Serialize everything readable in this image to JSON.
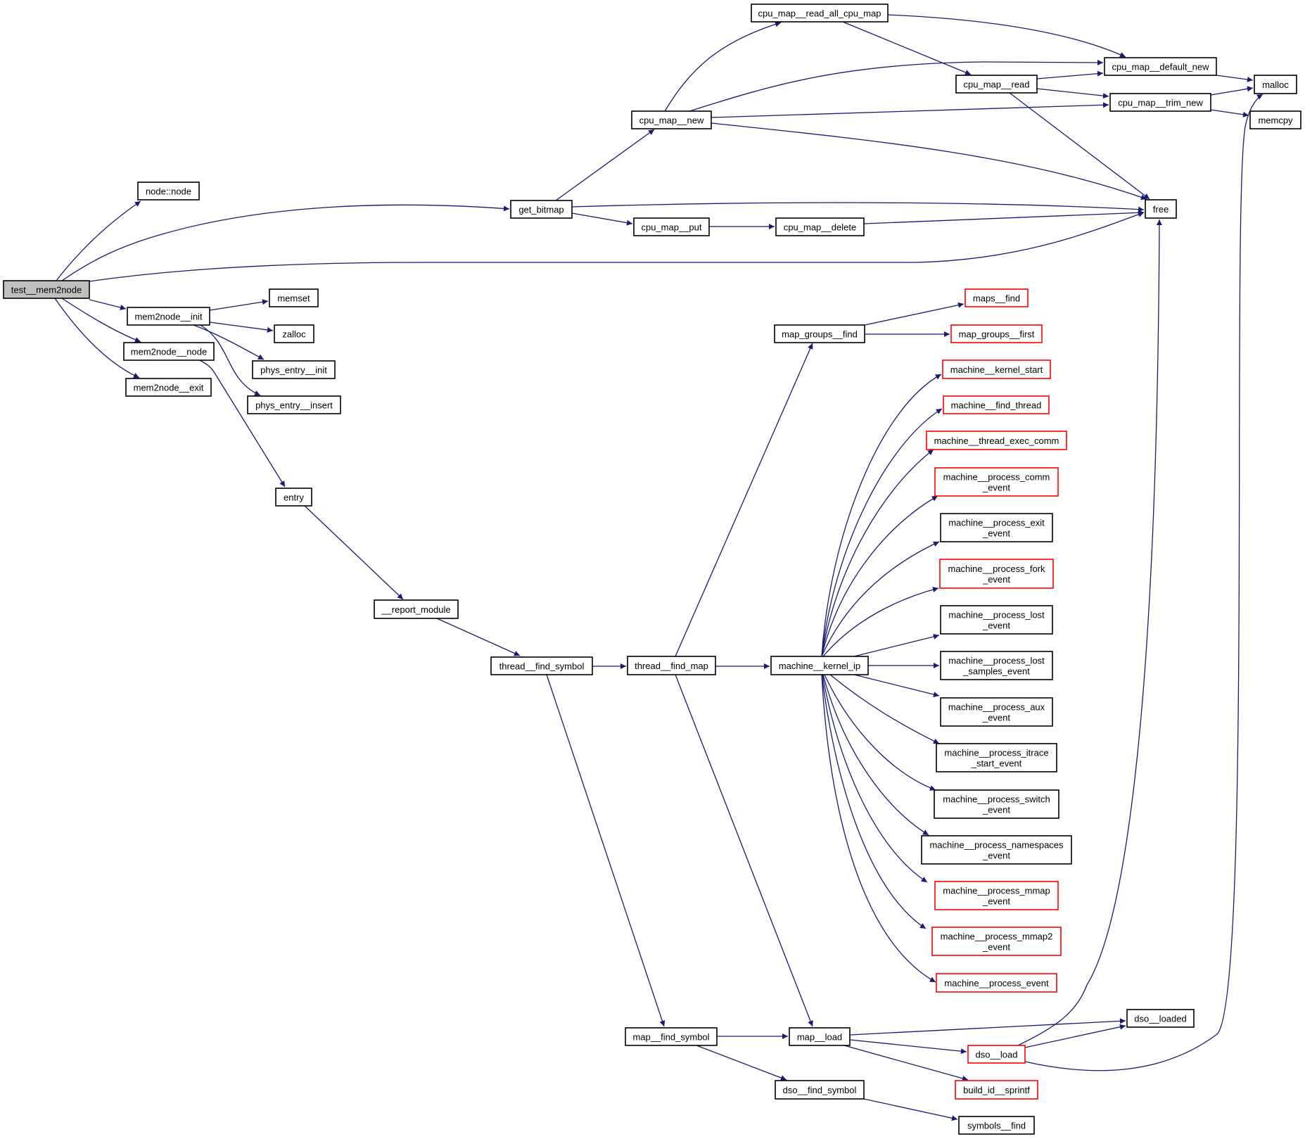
{
  "diagram": {
    "type": "call-graph",
    "root": "test__mem2node",
    "colors": {
      "edge": "#191970",
      "root_fill": "#bfbfbf",
      "node_fill": "#ffffff",
      "node_border": "#000000",
      "truncated_border": "#ff0000"
    },
    "nodes": [
      {
        "id": "test__mem2node",
        "lines": [
          "test__mem2node"
        ],
        "kind": "root"
      },
      {
        "id": "node_node",
        "lines": [
          "node::node"
        ],
        "kind": "normal"
      },
      {
        "id": "get_bitmap",
        "lines": [
          "get_bitmap"
        ],
        "kind": "normal"
      },
      {
        "id": "mem2node__init",
        "lines": [
          "mem2node__init"
        ],
        "kind": "normal"
      },
      {
        "id": "mem2node__node",
        "lines": [
          "mem2node__node"
        ],
        "kind": "normal"
      },
      {
        "id": "mem2node__exit",
        "lines": [
          "mem2node__exit"
        ],
        "kind": "normal"
      },
      {
        "id": "memset",
        "lines": [
          "memset"
        ],
        "kind": "normal"
      },
      {
        "id": "zalloc",
        "lines": [
          "zalloc"
        ],
        "kind": "normal"
      },
      {
        "id": "phys_entry__init",
        "lines": [
          "phys_entry__init"
        ],
        "kind": "normal"
      },
      {
        "id": "phys_entry__insert",
        "lines": [
          "phys_entry__insert"
        ],
        "kind": "normal"
      },
      {
        "id": "entry",
        "lines": [
          "entry"
        ],
        "kind": "normal"
      },
      {
        "id": "__report_module",
        "lines": [
          "__report_module"
        ],
        "kind": "normal"
      },
      {
        "id": "thread__find_symbol",
        "lines": [
          "thread__find_symbol"
        ],
        "kind": "normal"
      },
      {
        "id": "thread__find_map",
        "lines": [
          "thread__find_map"
        ],
        "kind": "normal"
      },
      {
        "id": "cpu_map__new",
        "lines": [
          "cpu_map__new"
        ],
        "kind": "normal"
      },
      {
        "id": "cpu_map__put",
        "lines": [
          "cpu_map__put"
        ],
        "kind": "normal"
      },
      {
        "id": "cpu_map__delete",
        "lines": [
          "cpu_map__delete"
        ],
        "kind": "normal"
      },
      {
        "id": "cpu_map__read_all_cpu_map",
        "lines": [
          "cpu_map__read_all_cpu_map"
        ],
        "kind": "normal"
      },
      {
        "id": "cpu_map__read",
        "lines": [
          "cpu_map__read"
        ],
        "kind": "normal"
      },
      {
        "id": "cpu_map__default_new",
        "lines": [
          "cpu_map__default_new"
        ],
        "kind": "normal"
      },
      {
        "id": "cpu_map__trim_new",
        "lines": [
          "cpu_map__trim_new"
        ],
        "kind": "normal"
      },
      {
        "id": "malloc",
        "lines": [
          "malloc"
        ],
        "kind": "normal"
      },
      {
        "id": "memcpy",
        "lines": [
          "memcpy"
        ],
        "kind": "normal"
      },
      {
        "id": "free",
        "lines": [
          "free"
        ],
        "kind": "normal"
      },
      {
        "id": "map_groups__find",
        "lines": [
          "map_groups__find"
        ],
        "kind": "normal"
      },
      {
        "id": "maps__find",
        "lines": [
          "maps__find"
        ],
        "kind": "truncated"
      },
      {
        "id": "map_groups__first",
        "lines": [
          "map_groups__first"
        ],
        "kind": "truncated"
      },
      {
        "id": "machine__kernel_ip",
        "lines": [
          "machine__kernel_ip"
        ],
        "kind": "normal"
      },
      {
        "id": "machine__kernel_start",
        "lines": [
          "machine__kernel_start"
        ],
        "kind": "truncated"
      },
      {
        "id": "machine__find_thread",
        "lines": [
          "machine__find_thread"
        ],
        "kind": "truncated"
      },
      {
        "id": "machine__thread_exec_comm",
        "lines": [
          "machine__thread_exec_comm"
        ],
        "kind": "truncated"
      },
      {
        "id": "machine__process_comm_event",
        "lines": [
          "machine__process_comm",
          "_event"
        ],
        "kind": "truncated"
      },
      {
        "id": "machine__process_exit_event",
        "lines": [
          "machine__process_exit",
          "_event"
        ],
        "kind": "normal"
      },
      {
        "id": "machine__process_fork_event",
        "lines": [
          "machine__process_fork",
          "_event"
        ],
        "kind": "truncated"
      },
      {
        "id": "machine__process_lost_event",
        "lines": [
          "machine__process_lost",
          "_event"
        ],
        "kind": "normal"
      },
      {
        "id": "machine__process_lost_samples_event",
        "lines": [
          "machine__process_lost",
          "_samples_event"
        ],
        "kind": "normal"
      },
      {
        "id": "machine__process_aux_event",
        "lines": [
          "machine__process_aux",
          "_event"
        ],
        "kind": "normal"
      },
      {
        "id": "machine__process_itrace_start_event",
        "lines": [
          "machine__process_itrace",
          "_start_event"
        ],
        "kind": "normal"
      },
      {
        "id": "machine__process_switch_event",
        "lines": [
          "machine__process_switch",
          "_event"
        ],
        "kind": "normal"
      },
      {
        "id": "machine__process_namespaces_event",
        "lines": [
          "machine__process_namespaces",
          "_event"
        ],
        "kind": "normal"
      },
      {
        "id": "machine__process_mmap_event",
        "lines": [
          "machine__process_mmap",
          "_event"
        ],
        "kind": "truncated"
      },
      {
        "id": "machine__process_mmap2_event",
        "lines": [
          "machine__process_mmap2",
          "_event"
        ],
        "kind": "truncated"
      },
      {
        "id": "machine__process_event",
        "lines": [
          "machine__process_event"
        ],
        "kind": "truncated"
      },
      {
        "id": "map__find_symbol",
        "lines": [
          "map__find_symbol"
        ],
        "kind": "normal"
      },
      {
        "id": "map__load",
        "lines": [
          "map__load"
        ],
        "kind": "normal"
      },
      {
        "id": "dso__find_symbol",
        "lines": [
          "dso__find_symbol"
        ],
        "kind": "normal"
      },
      {
        "id": "dso__loaded",
        "lines": [
          "dso__loaded"
        ],
        "kind": "normal"
      },
      {
        "id": "dso__load",
        "lines": [
          "dso__load"
        ],
        "kind": "truncated"
      },
      {
        "id": "build_id__sprintf",
        "lines": [
          "build_id__sprintf"
        ],
        "kind": "truncated"
      },
      {
        "id": "symbols__find",
        "lines": [
          "symbols__find"
        ],
        "kind": "normal"
      }
    ],
    "edges": [
      [
        "test__mem2node",
        "node_node"
      ],
      [
        "test__mem2node",
        "get_bitmap"
      ],
      [
        "test__mem2node",
        "free"
      ],
      [
        "test__mem2node",
        "mem2node__init"
      ],
      [
        "test__mem2node",
        "mem2node__node"
      ],
      [
        "test__mem2node",
        "mem2node__exit"
      ],
      [
        "get_bitmap",
        "cpu_map__new"
      ],
      [
        "get_bitmap",
        "free"
      ],
      [
        "get_bitmap",
        "cpu_map__put"
      ],
      [
        "cpu_map__put",
        "cpu_map__delete"
      ],
      [
        "cpu_map__delete",
        "free"
      ],
      [
        "cpu_map__new",
        "cpu_map__read_all_cpu_map"
      ],
      [
        "cpu_map__new",
        "cpu_map__default_new"
      ],
      [
        "cpu_map__new",
        "cpu_map__trim_new"
      ],
      [
        "cpu_map__new",
        "free"
      ],
      [
        "cpu_map__read_all_cpu_map",
        "cpu_map__default_new"
      ],
      [
        "cpu_map__read_all_cpu_map",
        "cpu_map__read"
      ],
      [
        "cpu_map__read",
        "cpu_map__default_new"
      ],
      [
        "cpu_map__read",
        "cpu_map__trim_new"
      ],
      [
        "cpu_map__read",
        "free"
      ],
      [
        "cpu_map__default_new",
        "malloc"
      ],
      [
        "cpu_map__trim_new",
        "malloc"
      ],
      [
        "cpu_map__trim_new",
        "memcpy"
      ],
      [
        "mem2node__init",
        "memset"
      ],
      [
        "mem2node__init",
        "zalloc"
      ],
      [
        "mem2node__init",
        "phys_entry__init"
      ],
      [
        "mem2node__init",
        "phys_entry__insert"
      ],
      [
        "mem2node__node",
        "entry"
      ],
      [
        "entry",
        "__report_module"
      ],
      [
        "__report_module",
        "thread__find_symbol"
      ],
      [
        "thread__find_symbol",
        "thread__find_map"
      ],
      [
        "thread__find_symbol",
        "map__find_symbol"
      ],
      [
        "thread__find_map",
        "map_groups__find"
      ],
      [
        "thread__find_map",
        "machine__kernel_ip"
      ],
      [
        "thread__find_map",
        "map__load"
      ],
      [
        "map_groups__find",
        "maps__find"
      ],
      [
        "map_groups__find",
        "map_groups__first"
      ],
      [
        "machine__kernel_ip",
        "machine__kernel_start"
      ],
      [
        "machine__kernel_ip",
        "machine__find_thread"
      ],
      [
        "machine__kernel_ip",
        "machine__thread_exec_comm"
      ],
      [
        "machine__kernel_ip",
        "machine__process_comm_event"
      ],
      [
        "machine__kernel_ip",
        "machine__process_exit_event"
      ],
      [
        "machine__kernel_ip",
        "machine__process_fork_event"
      ],
      [
        "machine__kernel_ip",
        "machine__process_lost_event"
      ],
      [
        "machine__kernel_ip",
        "machine__process_lost_samples_event"
      ],
      [
        "machine__kernel_ip",
        "machine__process_aux_event"
      ],
      [
        "machine__kernel_ip",
        "machine__process_itrace_start_event"
      ],
      [
        "machine__kernel_ip",
        "machine__process_switch_event"
      ],
      [
        "machine__kernel_ip",
        "machine__process_namespaces_event"
      ],
      [
        "machine__kernel_ip",
        "machine__process_mmap_event"
      ],
      [
        "machine__kernel_ip",
        "machine__process_mmap2_event"
      ],
      [
        "machine__kernel_ip",
        "machine__process_event"
      ],
      [
        "map__find_symbol",
        "map__load"
      ],
      [
        "map__find_symbol",
        "dso__find_symbol"
      ],
      [
        "map__load",
        "dso__loaded"
      ],
      [
        "map__load",
        "dso__load"
      ],
      [
        "map__load",
        "build_id__sprintf"
      ],
      [
        "dso__load",
        "dso__loaded"
      ],
      [
        "dso__load",
        "free"
      ],
      [
        "dso__load",
        "malloc"
      ],
      [
        "dso__find_symbol",
        "symbols__find"
      ]
    ]
  }
}
